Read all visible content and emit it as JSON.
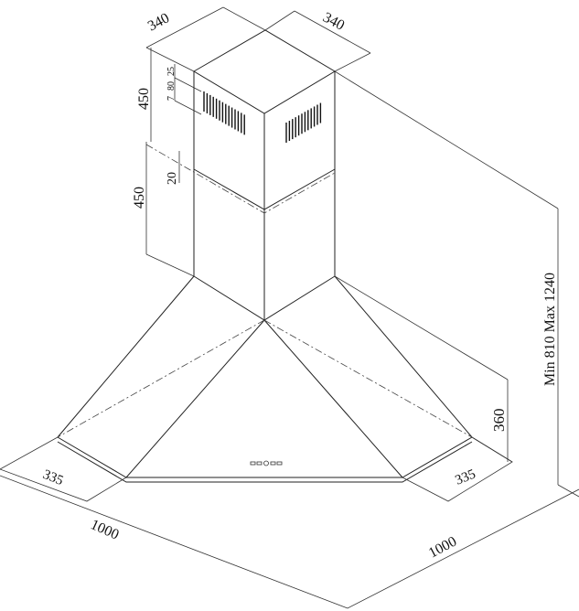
{
  "drawing": {
    "title": "Pyramid chimney cooker hood dimension drawing",
    "dimensions": {
      "chimney_width_left": "340",
      "chimney_width_right": "340",
      "upper_chimney_height": "450",
      "lower_chimney_height": "450",
      "vent_offset_top": "25",
      "vent_height": "80",
      "vent_offset_small": "7",
      "overlap": "20",
      "total_height": "Min 810 Max 1240",
      "hood_height": "360",
      "edge_left": "335",
      "edge_right": "335",
      "width_left": "1000",
      "width_right": "1000"
    },
    "colors": {
      "line": "#222222",
      "background": "#ffffff"
    }
  }
}
